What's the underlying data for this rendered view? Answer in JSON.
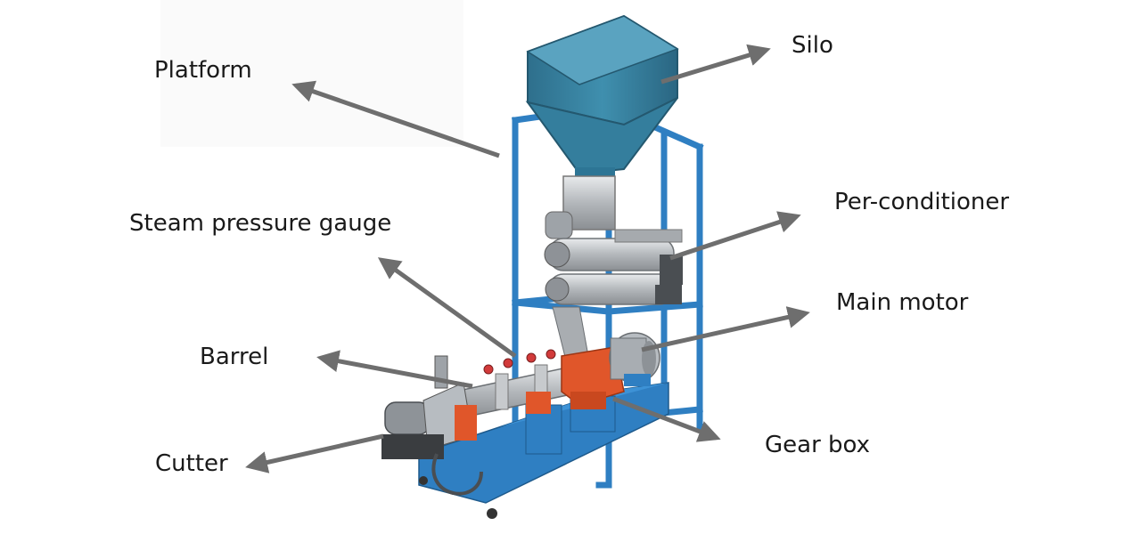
{
  "labels": {
    "platform": "Platform",
    "silo": "Silo",
    "pre_conditioner": "Per-conditioner",
    "steam_pressure_gauge": "Steam pressure gauge",
    "main_motor": "Main motor",
    "barrel": "Barrel",
    "gear_box": "Gear box",
    "cutter": "Cutter"
  },
  "colors": {
    "frame_blue": "#2f7fc2",
    "silo_teal": "#3d8aa8",
    "steel": "#b9bcc0",
    "gearbox_orange": "#e0562a",
    "arrow_gray": "#6e6e6e",
    "label_text": "#1a1a1a"
  }
}
